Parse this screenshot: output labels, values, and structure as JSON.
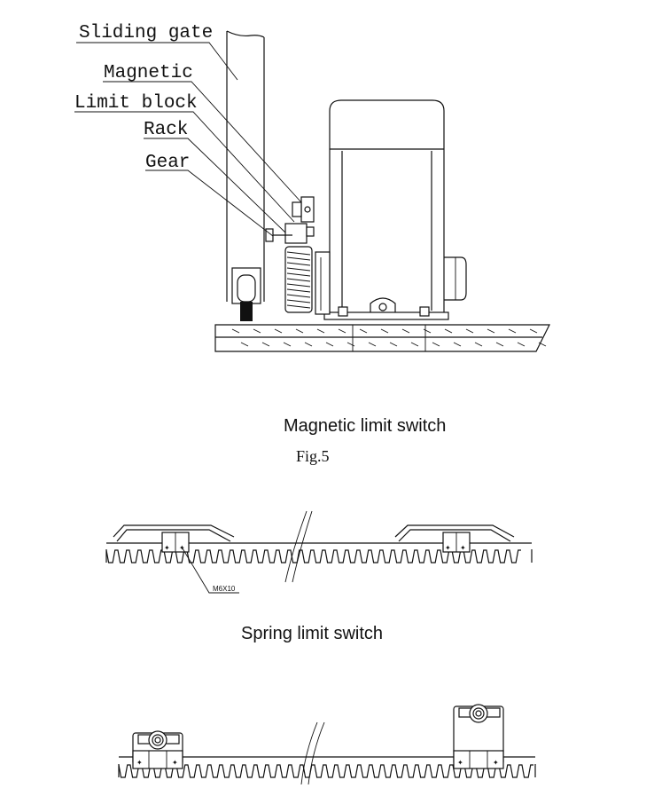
{
  "figure": {
    "labels": {
      "sliding_gate": "Sliding gate",
      "magnetic": "Magnetic",
      "limit_block": "Limit block",
      "rack": "Rack",
      "gear": "Gear"
    },
    "caption_magnetic": "Magnetic limit switch",
    "fig_number": "Fig.5",
    "bolt_label": "M6X10",
    "caption_spring": "Spring limit switch"
  }
}
